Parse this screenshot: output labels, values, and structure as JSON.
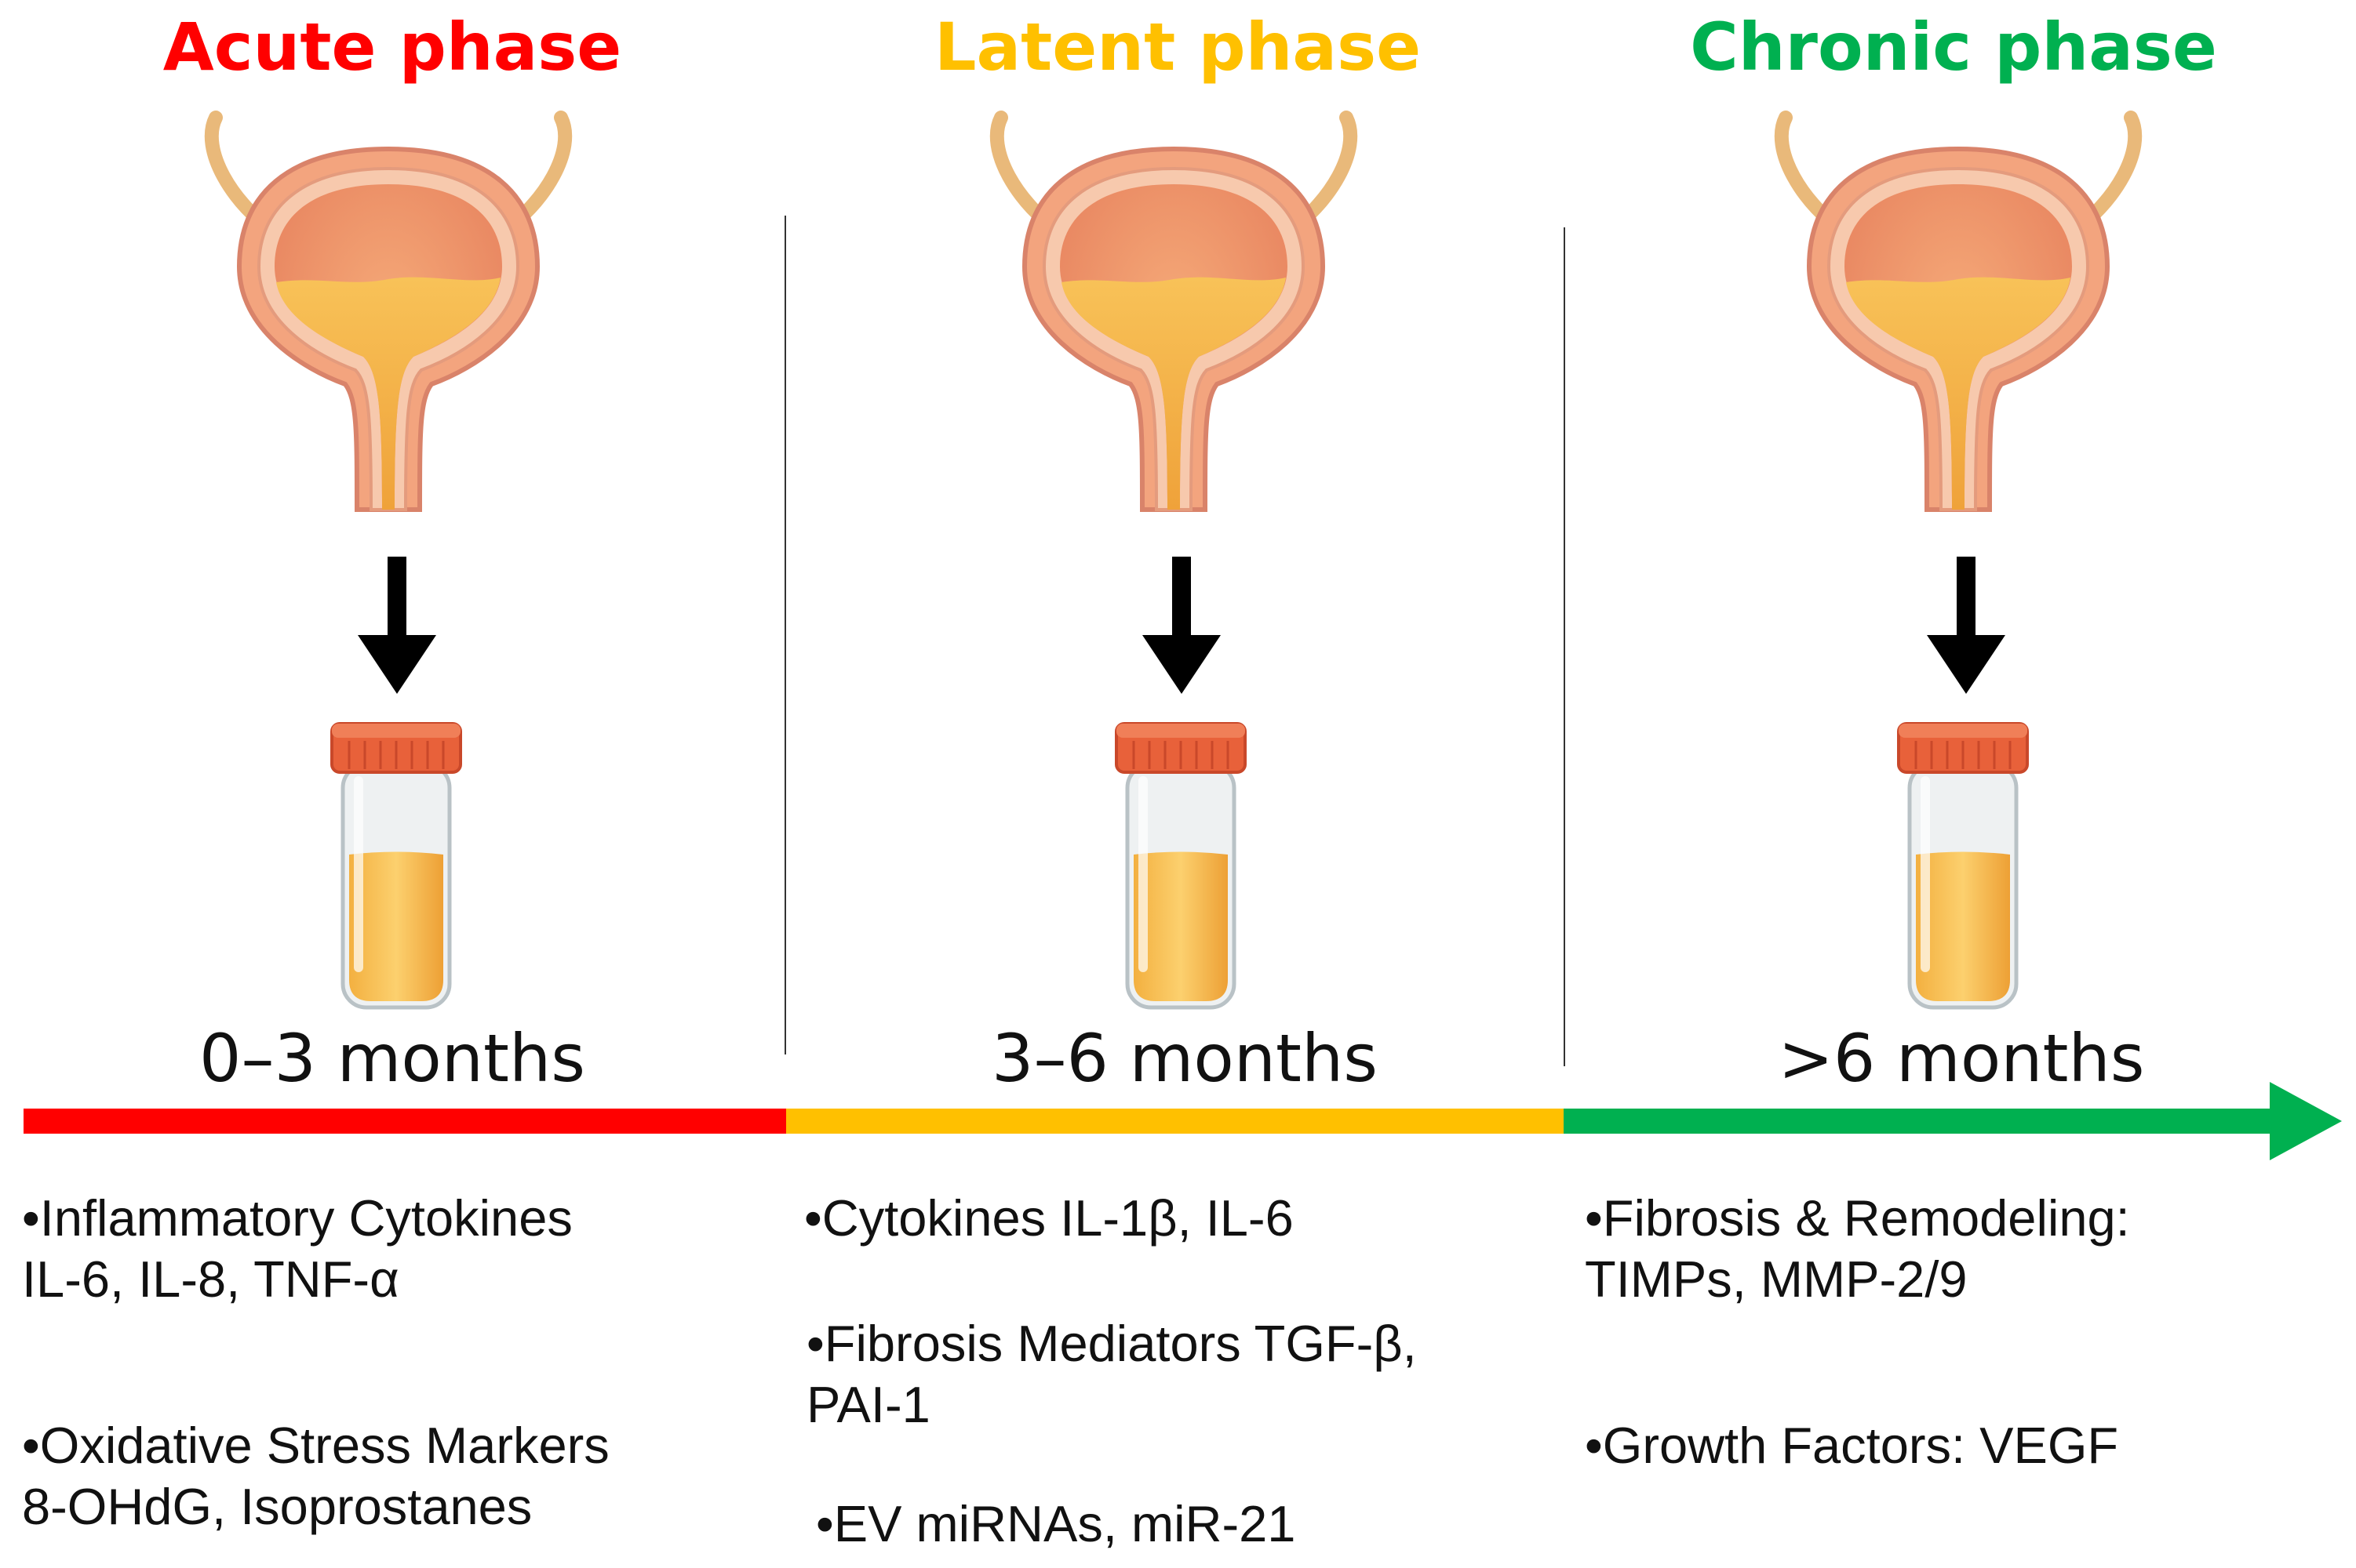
{
  "colors": {
    "acute": "#ff0000",
    "latent": "#ffc000",
    "chronic": "#00b050"
  },
  "phases": [
    {
      "title": "Acute phase",
      "months": "0–3 months",
      "bullets": [
        {
          "line1": "•Inflammatory Cytokines",
          "line2": "IL-6, IL-8, TNF-α"
        },
        {
          "line1": "•Oxidative Stress Markers",
          "line2": "8-OHdG, Isoprostanes"
        }
      ]
    },
    {
      "title": "Latent phase",
      "months": "3–6 months",
      "bullets": [
        {
          "line1": "•Cytokines IL-1β, IL-6",
          "line2": ""
        },
        {
          "line1": "•Fibrosis Mediators TGF-β,",
          "line2": "PAI-1"
        },
        {
          "line1": "•EV miRNAs, miR-21",
          "line2": ""
        }
      ]
    },
    {
      "title": "Chronic phase",
      "months": ">6 months",
      "bullets": [
        {
          "line1": "•Fibrosis & Remodeling:",
          "line2": "TIMPs, MMP-2/9"
        },
        {
          "line1": "•Growth Factors: VEGF",
          "line2": ""
        }
      ]
    }
  ],
  "icons": {
    "organ": "bladder-illustration",
    "down": "down-arrow",
    "sample": "urine-sample-tube",
    "timeline": "timeline-arrow"
  }
}
